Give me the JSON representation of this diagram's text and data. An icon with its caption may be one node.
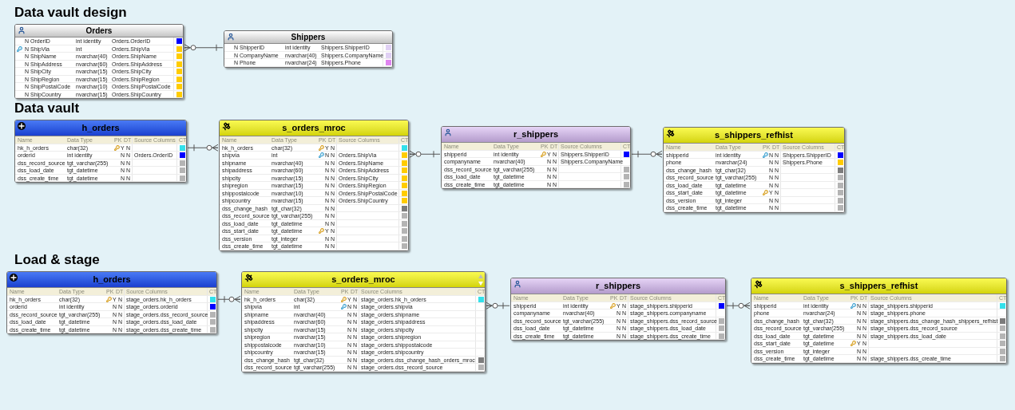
{
  "diagram": {
    "nodes": [
      {
        "text": [
          "Orders"
        ]
      },
      {
        "text": [
          "N",
          "OrderID",
          "int identity",
          "Orders.OrderID"
        ],
        "in": 0
      },
      {
        "text": [
          "N",
          "ShipVia",
          "int",
          "Orders.ShipVia"
        ],
        "in": 0
      },
      {
        "text": [
          "N",
          "ShipName",
          "nvarchar(40)",
          "Orders.ShipName"
        ],
        "in": 0
      },
      {
        "text": [
          "N",
          "ShipAddress",
          "nvarchar(60)",
          "Orders.ShipAddress"
        ],
        "in": 0
      },
      {
        "text": [
          "N",
          "ShipCity",
          "nvarchar(15)",
          "Orders.ShipCity"
        ],
        "in": 0
      },
      {
        "text": [
          "N",
          "ShipRegion",
          "nvarchar(15)",
          "Orders.ShipRegion"
        ],
        "in": 0
      },
      {
        "text": [
          "N",
          "ShipPostalCode",
          "nvarchar(10)",
          "Orders.ShipPostalCode"
        ],
        "in": 0
      },
      {
        "text": [
          "N",
          "ShipCountry",
          "nvarchar(15)",
          "Orders.ShipCountry"
        ],
        "in": 0
      },
      {
        "text": [
          "Shippers"
        ]
      },
      {
        "text": [
          "N",
          "ShipperID",
          "int identity",
          "Shippers.ShipperID"
        ],
        "in": 9
      },
      {
        "text": [
          "N",
          "CompanyName",
          "nvarchar(40)",
          "Shippers.CompanyName"
        ],
        "in": 9
      },
      {
        "text": [
          "N",
          "Phone",
          "nvarchar(24)",
          "Shippers.Phone"
        ],
        "in": 9
      },
      {
        "text": [
          "h_orders"
        ]
      },
      {
        "text": [
          "Name",
          "Data Type",
          "PK",
          "DT",
          "Source Columns",
          "CT"
        ],
        "in": 13
      },
      {
        "text": [
          "hk_h_orders",
          "char(32)",
          "Y",
          "N"
        ],
        "in": 13
      },
      {
        "text": [
          "orderid",
          "int identity",
          "N",
          "N",
          "Orders.OrderID"
        ],
        "in": 13
      },
      {
        "text": [
          "dss_record_source",
          "tgt_varchar(255)",
          "N",
          "N"
        ],
        "in": 13
      },
      {
        "text": [
          "dss_load_date",
          "tgt_datetime",
          "N",
          "N"
        ],
        "in": 13
      },
      {
        "text": [
          "dss_create_time",
          "tgt_datetime",
          "N",
          "N"
        ],
        "in": 13
      },
      {
        "text": [
          "s_orders_mroc"
        ]
      },
      {
        "text": [
          "Name",
          "Data Type",
          "PK",
          "DT",
          "Source Columns",
          "CT"
        ],
        "in": 20
      },
      {
        "text": [
          "hk_h_orders",
          "char(32)",
          "Y",
          "N"
        ],
        "in": 20
      },
      {
        "text": [
          "shipvia",
          "int",
          "N",
          "N",
          "Orders.ShipVia"
        ],
        "in": 20
      },
      {
        "text": [
          "shipname",
          "nvarchar(40)",
          "N",
          "N",
          "Orders.ShipName"
        ],
        "in": 20
      },
      {
        "text": [
          "shipaddress",
          "nvarchar(60)",
          "N",
          "N",
          "Orders.ShipAddress"
        ],
        "in": 20
      },
      {
        "text": [
          "shipcity",
          "nvarchar(15)",
          "N",
          "N",
          "Orders.ShipCity"
        ],
        "in": 20
      },
      {
        "text": [
          "shipregion",
          "nvarchar(15)",
          "N",
          "N",
          "Orders.ShipRegion"
        ],
        "in": 20
      },
      {
        "text": [
          "shippostalcode",
          "nvarchar(10)",
          "N",
          "N",
          "Orders.ShipPostalCode"
        ],
        "in": 20
      },
      {
        "text": [
          "shipcountry",
          "nvarchar(15)",
          "N",
          "N",
          "Orders.ShipCountry"
        ],
        "in": 20
      },
      {
        "text": [
          "dss_change_hash",
          "tgt_char(32)",
          "N",
          "N"
        ],
        "in": 20
      },
      {
        "text": [
          "dss_record_source",
          "tgt_varchar(255)",
          "N",
          "N"
        ],
        "in": 20
      },
      {
        "text": [
          "dss_load_date",
          "tgt_datetime",
          "N",
          "N"
        ],
        "in": 20
      },
      {
        "text": [
          "dss_start_date",
          "tgt_datetime",
          "Y",
          "N"
        ],
        "in": 20
      },
      {
        "text": [
          "dss_version",
          "tgt_integer",
          "N",
          "N"
        ],
        "in": 20
      },
      {
        "text": [
          "dss_create_time",
          "tgt_datetime",
          "N",
          "N"
        ],
        "in": 20
      },
      {
        "text": [
          "r_shippers"
        ]
      },
      {
        "text": [
          "Name",
          "Data Type",
          "PK",
          "DT",
          "Source Columns",
          "CT"
        ],
        "in": 36
      },
      {
        "text": [
          "shipperid",
          "int identity",
          "Y",
          "N",
          "Shippers.ShipperID"
        ],
        "in": 36
      },
      {
        "text": [
          "companyname",
          "nvarchar(40)",
          "N",
          "N",
          "Shippers.CompanyName"
        ],
        "in": 36
      },
      {
        "text": [
          "dss_record_source",
          "tgt_varchar(255)",
          "N",
          "N"
        ],
        "in": 36
      },
      {
        "text": [
          "dss_load_date",
          "tgt_datetime",
          "N",
          "N"
        ],
        "in": 36
      },
      {
        "text": [
          "dss_create_time",
          "tgt_datetime",
          "N",
          "N"
        ],
        "in": 36
      },
      {
        "text": [
          "s_shippers_refhist"
        ]
      },
      {
        "text": [
          "Name",
          "Data Type",
          "PK",
          "DT",
          "Source Columns",
          "CT"
        ],
        "in": 43
      },
      {
        "text": [
          "shipperid",
          "int identity",
          "N",
          "N",
          "Shippers.ShipperID"
        ],
        "in": 43
      },
      {
        "text": [
          "phone",
          "nvarchar(24)",
          "N",
          "N",
          "Shippers.Phone"
        ],
        "in": 43
      },
      {
        "text": [
          "dss_change_hash",
          "tgt_char(32)",
          "N",
          "N"
        ],
        "in": 43
      },
      {
        "text": [
          "dss_record_source",
          "tgt_varchar(255)",
          "N",
          "N"
        ],
        "in": 43
      },
      {
        "text": [
          "dss_load_date",
          "tgt_datetime",
          "N",
          "N"
        ],
        "in": 43
      },
      {
        "text": [
          "dss_start_date",
          "tgt_datetime",
          "Y",
          "N"
        ],
        "in": 43
      },
      {
        "text": [
          "dss_version",
          "tgt_integer",
          "N",
          "N"
        ],
        "in": 43
      },
      {
        "text": [
          "dss_create_time",
          "tgt_datetime",
          "N",
          "N"
        ],
        "in": 43
      },
      {
        "text": [
          "h_orders"
        ]
      },
      {
        "text": [
          "Name",
          "Data Type",
          "PK",
          "DT",
          "Source Columns",
          "CT"
        ],
        "in": 53
      },
      {
        "text": [
          "hk_h_orders",
          "char(32)",
          "Y",
          "N",
          "stage_orders.hk_h_orders"
        ],
        "in": 53
      },
      {
        "text": [
          "orderid",
          "int identity",
          "N",
          "N",
          "stage_orders.orderid"
        ],
        "in": 53
      },
      {
        "text": [
          "dss_record_source",
          "tgt_varchar(255)",
          "N",
          "N",
          "stage_orders.dss_record_source"
        ],
        "in": 53
      },
      {
        "text": [
          "dss_load_date",
          "tgt_datetime",
          "N",
          "N",
          "stage_orders.dss_load_date"
        ],
        "in": 53
      },
      {
        "text": [
          "dss_create_time",
          "tgt_datetime",
          "N",
          "N",
          "stage_orders.dss_create_time"
        ],
        "in": 53
      },
      {
        "text": [
          "s_orders_mroc"
        ]
      },
      {
        "text": [
          "Name",
          "Data Type",
          "PK",
          "DT",
          "Source Columns",
          "CT"
        ],
        "in": 60
      },
      {
        "text": [
          "hk_h_orders",
          "char(32)",
          "Y",
          "N",
          "stage_orders.hk_h_orders"
        ],
        "in": 60
      },
      {
        "text": [
          "shipvia",
          "int",
          "N",
          "N",
          "stage_orders.shipvia"
        ],
        "in": 60
      },
      {
        "text": [
          "shipname",
          "nvarchar(40)",
          "N",
          "N",
          "stage_orders.shipname"
        ],
        "in": 60
      },
      {
        "text": [
          "shipaddress",
          "nvarchar(60)",
          "N",
          "N",
          "stage_orders.shipaddress"
        ],
        "in": 60
      },
      {
        "text": [
          "shipcity",
          "nvarchar(15)",
          "N",
          "N",
          "stage_orders.shipcity"
        ],
        "in": 60
      },
      {
        "text": [
          "shipregion",
          "nvarchar(15)",
          "N",
          "N",
          "stage_orders.shipregion"
        ],
        "in": 60
      },
      {
        "text": [
          "shippostalcode",
          "nvarchar(10)",
          "N",
          "N",
          "stage_orders.shippostalcode"
        ],
        "in": 60
      },
      {
        "text": [
          "shipcountry",
          "nvarchar(15)",
          "N",
          "N",
          "stage_orders.shipcountry"
        ],
        "in": 60
      },
      {
        "text": [
          "dss_change_hash",
          "tgt_char(32)",
          "N",
          "N",
          "stage_orders.dss_change_hash_orders_mroc"
        ],
        "in": 60
      },
      {
        "text": [
          "dss_record_source",
          "tgt_varchar(255)",
          "N",
          "N",
          "stage_orders.dss_record_source"
        ],
        "in": 60
      },
      {
        "text": [
          "r_shippers"
        ]
      },
      {
        "text": [
          "Name",
          "Data Type",
          "PK",
          "DT",
          "Source Columns",
          "CT"
        ],
        "in": 72
      },
      {
        "text": [
          "shipperid",
          "int identity",
          "Y",
          "N",
          "stage_shippers.shipperid"
        ],
        "in": 72
      },
      {
        "text": [
          "companyname",
          "nvarchar(40)",
          "N",
          "N",
          "stage_shippers.companyname"
        ],
        "in": 72
      },
      {
        "text": [
          "dss_record_source",
          "tgt_varchar(255)",
          "N",
          "N",
          "stage_shippers.dss_record_source"
        ],
        "in": 72
      },
      {
        "text": [
          "dss_load_date",
          "tgt_datetime",
          "N",
          "N",
          "stage_shippers.dss_load_date"
        ],
        "in": 72
      },
      {
        "text": [
          "dss_create_time",
          "tgt_datetime",
          "N",
          "N",
          "stage_shippers.dss_create_time"
        ],
        "in": 72
      },
      {
        "text": [
          "s_shippers_refhist"
        ]
      },
      {
        "text": [
          "Name",
          "Data Type",
          "PK",
          "DT",
          "Source Columns",
          "CT"
        ],
        "in": 79
      },
      {
        "text": [
          "shipperid",
          "int identity",
          "N",
          "N",
          "stage_shippers.shipperid"
        ],
        "in": 79
      },
      {
        "text": [
          "phone",
          "nvarchar(24)",
          "N",
          "N",
          "stage_shippers.phone"
        ],
        "in": 79
      },
      {
        "text": [
          "dss_change_hash",
          "tgt_char(32)",
          "N",
          "N",
          "stage_shippers.dss_change_hash_shippers_refhist"
        ],
        "in": 79
      },
      {
        "text": [
          "dss_record_source",
          "tgt_varchar(255)",
          "N",
          "N",
          "stage_shippers.dss_record_source"
        ],
        "in": 79
      },
      {
        "text": [
          "dss_load_date",
          "tgt_datetime",
          "N",
          "N",
          "stage_shippers.dss_load_date"
        ],
        "in": 79
      },
      {
        "text": [
          "dss_start_date",
          "tgt_datetime",
          "Y",
          "N"
        ],
        "in": 79
      },
      {
        "text": [
          "dss_version",
          "tgt_integer",
          "N",
          "N"
        ],
        "in": 79
      },
      {
        "text": [
          "dss_create_time",
          "tgt_datetime",
          "N",
          "N",
          "stage_shippers.dss_create_time"
        ],
        "in": 79
      }
    ],
    "edges": [
      {
        "from": 0,
        "to": 9,
        "arrow": "other"
      },
      {
        "from": 20,
        "to": 13,
        "arrow": "other"
      },
      {
        "from": 20,
        "to": 36,
        "arrow": "other"
      },
      {
        "from": 43,
        "to": 36,
        "arrow": "other"
      },
      {
        "from": 60,
        "to": 53,
        "arrow": "other"
      },
      {
        "from": 60,
        "to": 72,
        "arrow": "other"
      },
      {
        "from": 79,
        "to": 72,
        "arrow": "other"
      }
    ],
    "labels": [
      "Data vault design",
      "Data vault",
      "Load & stage"
    ]
  }
}
